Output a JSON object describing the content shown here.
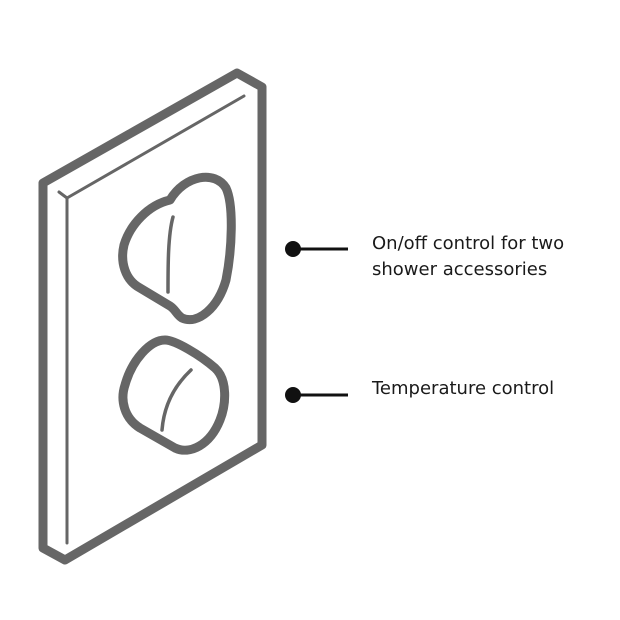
{
  "colors": {
    "outline": "#666666",
    "callout": "#111111",
    "text": "#1a1a1a"
  },
  "callouts": [
    {
      "line1": "On/off control for two",
      "line2": "shower accessories"
    },
    {
      "line1": "Temperature control"
    }
  ]
}
